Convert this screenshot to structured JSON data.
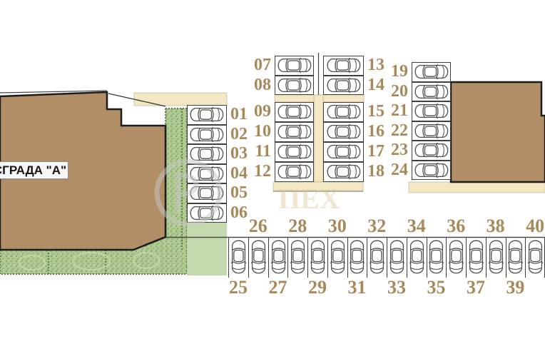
{
  "building_a": {
    "label": "СГРАДА \"А\""
  },
  "building_b": {
    "label": ""
  },
  "parking": {
    "column_a": [
      "01",
      "02",
      "03",
      "04",
      "05",
      "06"
    ],
    "column_b": [
      "07",
      "08",
      "09",
      "10",
      "11",
      "12"
    ],
    "column_c": [
      "13",
      "14",
      "15",
      "16",
      "17",
      "18"
    ],
    "column_d": [
      "19",
      "20",
      "21",
      "22",
      "23",
      "24"
    ],
    "bottom_row": [
      "25",
      "26",
      "27",
      "28",
      "29",
      "30",
      "31",
      "32",
      "33",
      "34",
      "35",
      "36",
      "37",
      "38",
      "39",
      "40"
    ]
  },
  "icons": {
    "car": "car-top-view-icon"
  },
  "colors": {
    "building_fill": "#b18e66",
    "building_outline": "#1c1c1c",
    "walkway_beige": "#f4e8c4",
    "lawn_hatched_base": "#aec98f",
    "lawn_hatched_dots": "#7aa35a",
    "lawn_plain": "#c4d9ae",
    "number_text": "#a7895a",
    "grid_line": "#3f3f3f",
    "watermark_gray": "#c9c9c9",
    "watermark_tan": "#d9bf8c"
  },
  "watermark": {
    "kind": "circle-logo",
    "letters": "ПЕХ"
  }
}
